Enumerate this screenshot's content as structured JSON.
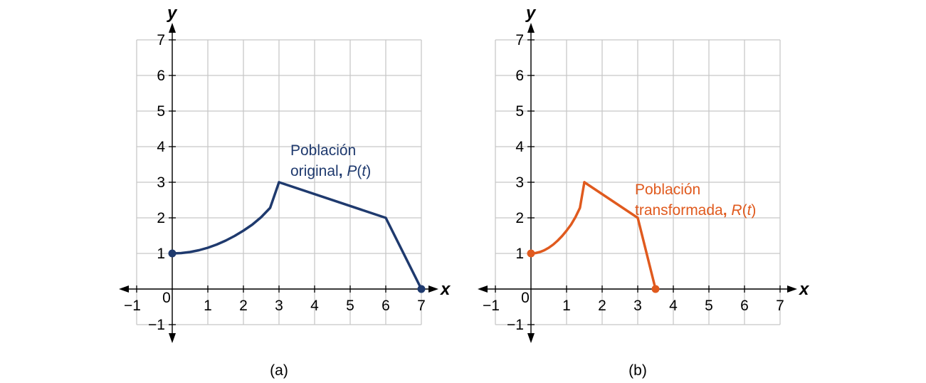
{
  "chart_data": [
    {
      "type": "line",
      "caption": "(a)",
      "xlabel": "x",
      "ylabel": "y",
      "xlim": [
        -1,
        7
      ],
      "ylim": [
        -1,
        7
      ],
      "x_ticks": [
        "−1",
        "0",
        "1",
        "2",
        "3",
        "4",
        "5",
        "6",
        "7"
      ],
      "y_ticks": [
        "−1",
        "1",
        "2",
        "3",
        "4",
        "5",
        "6",
        "7"
      ],
      "grid": true,
      "series": [
        {
          "name": "Población original, P(t)",
          "label_line1": "Población",
          "label_line2_text": "original",
          "label_fn_letter": "P",
          "label_fn_arg": "t",
          "color": "#1f3a6e",
          "curve": [
            [
              0,
              1
            ],
            [
              0.25,
              1.01
            ],
            [
              0.5,
              1.04
            ],
            [
              0.75,
              1.09
            ],
            [
              1,
              1.16
            ],
            [
              1.25,
              1.25
            ],
            [
              1.5,
              1.36
            ],
            [
              1.75,
              1.49
            ],
            [
              2,
              1.64
            ],
            [
              2.25,
              1.81
            ],
            [
              2.5,
              2.02
            ],
            [
              2.75,
              2.28
            ],
            [
              3,
              3
            ]
          ],
          "linear": [
            [
              3,
              3
            ],
            [
              6,
              2
            ],
            [
              7,
              0
            ]
          ],
          "endpoints": [
            [
              0,
              1
            ],
            [
              7,
              0
            ]
          ]
        }
      ]
    },
    {
      "type": "line",
      "caption": "(b)",
      "xlabel": "x",
      "ylabel": "y",
      "xlim": [
        -1,
        7
      ],
      "ylim": [
        -1,
        7
      ],
      "x_ticks": [
        "−1",
        "0",
        "1",
        "2",
        "3",
        "4",
        "5",
        "6",
        "7"
      ],
      "y_ticks": [
        "−1",
        "1",
        "2",
        "3",
        "4",
        "5",
        "6",
        "7"
      ],
      "grid": true,
      "series": [
        {
          "name": "Población transformada, R(t)",
          "label_line1": "Población",
          "label_line2_text": "transformada",
          "label_fn_letter": "R",
          "label_fn_arg": "t",
          "color": "#e05a1e",
          "curve": [
            [
              0,
              1
            ],
            [
              0.125,
              1.01
            ],
            [
              0.25,
              1.04
            ],
            [
              0.375,
              1.09
            ],
            [
              0.5,
              1.16
            ],
            [
              0.625,
              1.25
            ],
            [
              0.75,
              1.36
            ],
            [
              0.875,
              1.49
            ],
            [
              1,
              1.64
            ],
            [
              1.125,
              1.81
            ],
            [
              1.25,
              2.02
            ],
            [
              1.375,
              2.28
            ],
            [
              1.5,
              3
            ]
          ],
          "linear": [
            [
              1.5,
              3
            ],
            [
              3,
              2
            ],
            [
              3.5,
              0
            ]
          ],
          "endpoints": [
            [
              0,
              1
            ],
            [
              3.5,
              0
            ]
          ]
        }
      ]
    }
  ]
}
